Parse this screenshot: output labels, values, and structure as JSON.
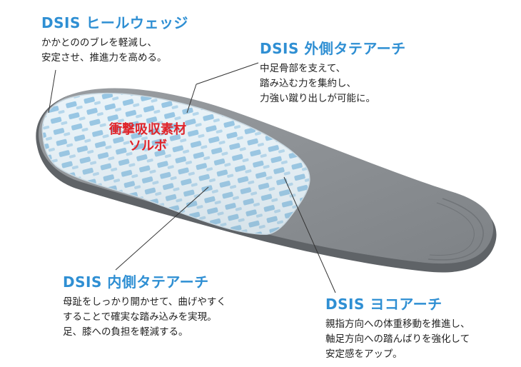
{
  "callouts": {
    "heel": {
      "title": "DSIS ヒールウェッジ",
      "lines": [
        "かかとののブレを軽減し、",
        "安定させ、推進力を高める。"
      ]
    },
    "outer_arch": {
      "title": "DSIS 外側タテアーチ",
      "lines": [
        "中足骨部を支えて、",
        "踏み込む力を集約し、",
        "力強い蹴り出しが可能に。"
      ]
    },
    "inner_arch": {
      "title": "DSIS 内側タテアーチ",
      "lines": [
        "母趾をしっかり開かせて、曲げやすく",
        "することで確実な踏み込みを実現。",
        "足、膝への負担を軽減する。"
      ]
    },
    "transverse_arch": {
      "title": "DSIS ヨコアーチ",
      "lines": [
        "親指方向への体重移動を推進し、",
        "軸足方向への踏んばりを強化して",
        "安定感をアップ。"
      ]
    }
  },
  "material": {
    "lines": [
      "衝撃吸収素材",
      "ソルボ"
    ]
  },
  "colors": {
    "title_blue": "#2f8fd3",
    "material_red": "#e0242a",
    "felt_gray": "#8d9195",
    "pad_light": "#e6f1f7",
    "pad_pattern_blue": "#79b6dc"
  }
}
